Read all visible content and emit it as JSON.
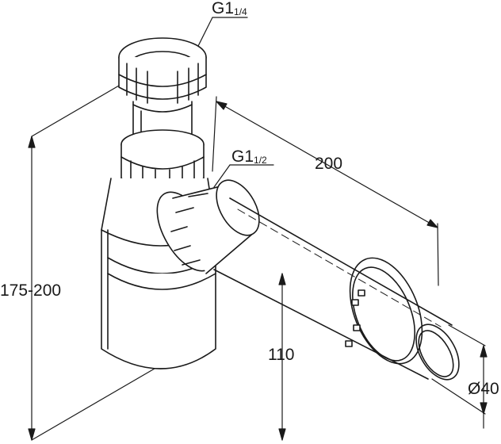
{
  "labels": {
    "thread_top_main": "G1",
    "thread_top_sub": "1/4",
    "thread_outlet_main": "G1",
    "thread_outlet_sub": "1/2",
    "dim_length": "200",
    "dim_height": "175-200",
    "dim_outlet_height": "110",
    "dim_diameter": "Ø40"
  }
}
